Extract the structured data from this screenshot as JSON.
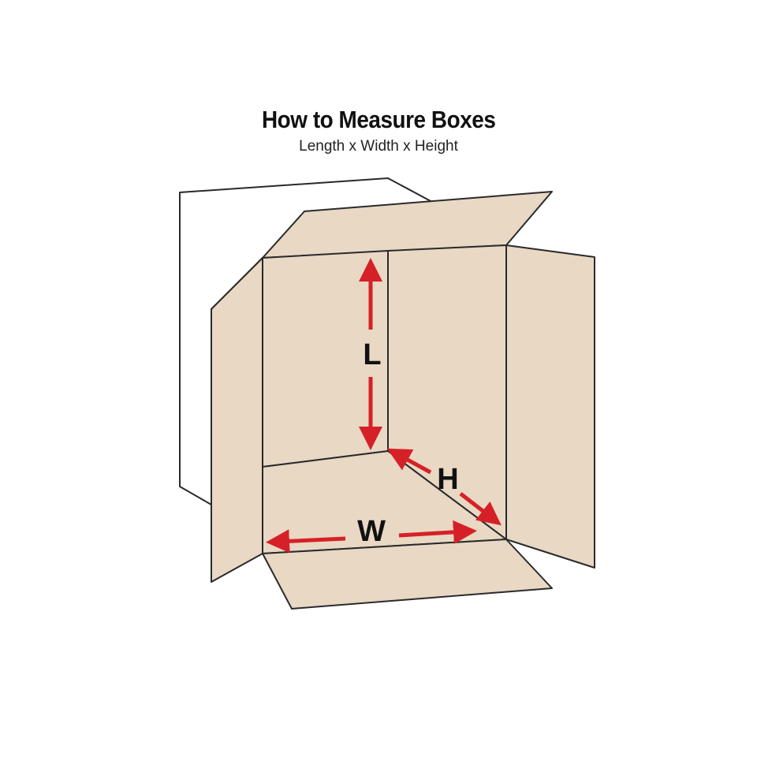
{
  "title": "How to Measure Boxes",
  "subtitle": "Length x Width x Height",
  "labels": {
    "length": "L",
    "width": "W",
    "height": "H"
  },
  "colors": {
    "cardboard": "#e8d8c4",
    "outline": "#2a2a2a",
    "arrow": "#d62027",
    "back_panel": "#ffffff"
  }
}
